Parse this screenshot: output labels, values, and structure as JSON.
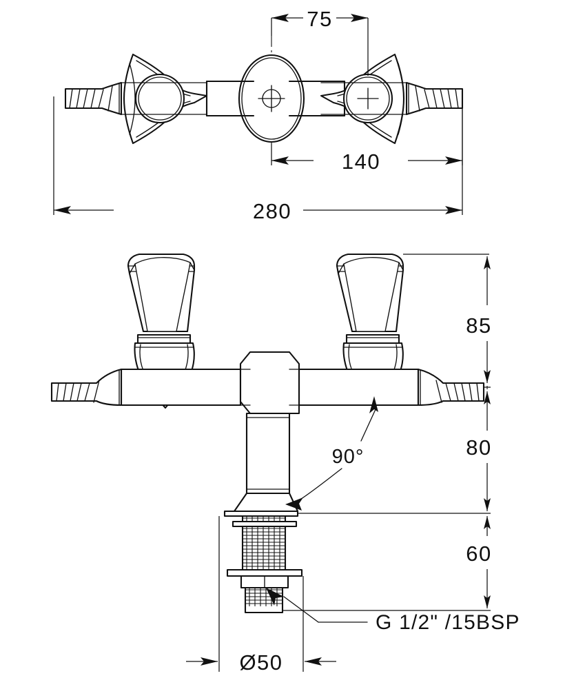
{
  "drawing": {
    "title": "Two-handle bib tap / laboratory mixer faucet technical drawing",
    "line_color": "#111111",
    "background_color": "#ffffff",
    "views": [
      {
        "name": "top-view",
        "label": ""
      },
      {
        "name": "front-view",
        "label": ""
      }
    ]
  },
  "dimensions": {
    "top_view": {
      "handle_to_center": "75",
      "handle_to_handle": "140",
      "overall_width": "280"
    },
    "front_view": {
      "handle_height": "85",
      "body_to_mount": "80",
      "shank_length": "60",
      "mount_diameter": "Ø50",
      "outlet_angle": "90°"
    }
  },
  "annotations": {
    "thread_spec": "G 1/2\" /15BSP"
  },
  "units": "mm"
}
